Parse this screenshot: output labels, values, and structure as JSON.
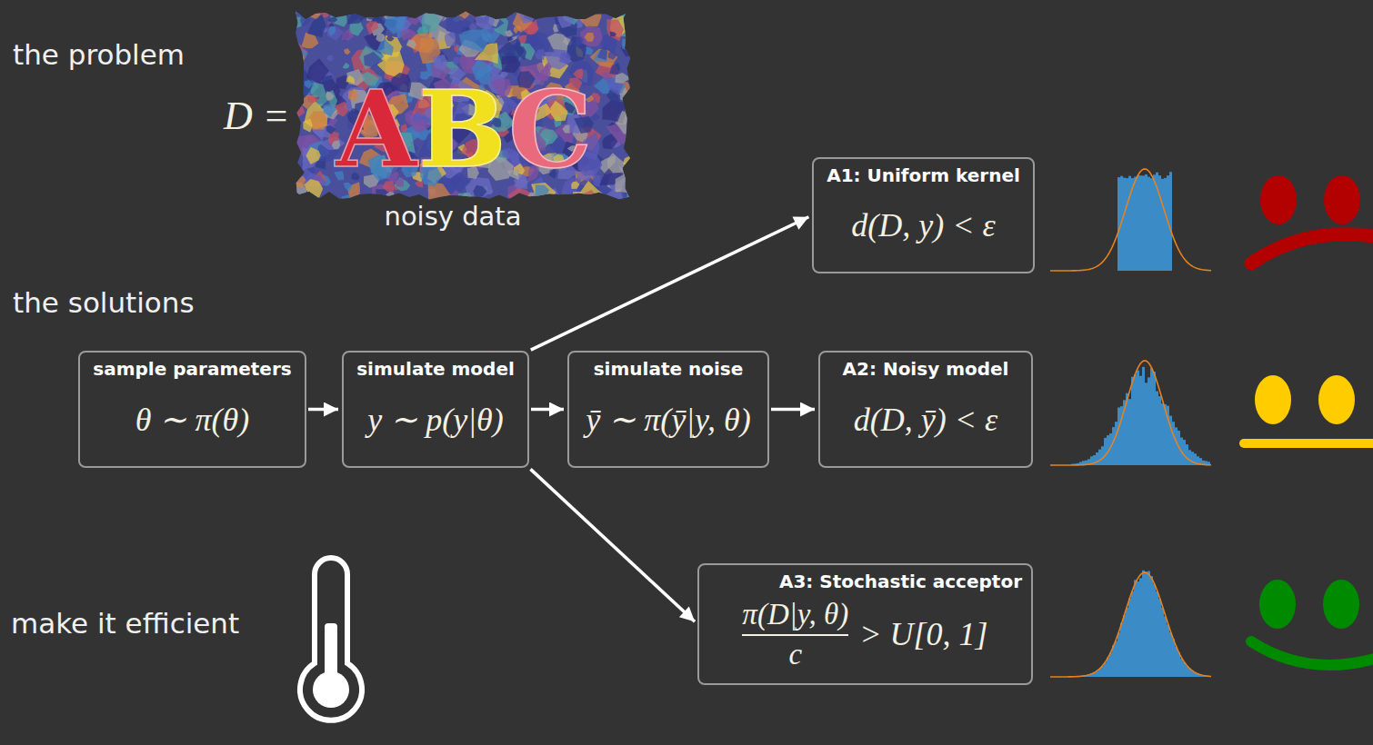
{
  "diagram": {
    "nodes": [
      {
        "text": [
          "A1: Uniform kernel",
          "d(D, y) < ε"
        ]
      },
      {
        "text": [
          "sample parameters",
          "θ ∼ π(θ)"
        ]
      },
      {
        "text": [
          "simulate model",
          "y ∼ p(y|θ)"
        ]
      },
      {
        "text": [
          "simulate noise",
          "ȳ ∼ π(ȳ|y, θ)"
        ]
      },
      {
        "text": [
          "A2: Noisy model",
          "d(D, ȳ) < ε"
        ]
      },
      {
        "text": [
          "A3: Stochastic acceptor",
          "π(D|y, θ)",
          "c",
          "> U[0, 1]"
        ]
      }
    ],
    "edges": [
      {
        "from": 1,
        "to": 2,
        "arrow": "to"
      },
      {
        "from": 2,
        "to": 0,
        "arrow": "to"
      },
      {
        "from": 2,
        "to": 3,
        "arrow": "to"
      },
      {
        "from": 3,
        "to": 4,
        "arrow": "to"
      },
      {
        "from": 2,
        "to": 5,
        "arrow": "to"
      }
    ],
    "labels": [
      "the problem",
      "D =",
      "ABC",
      "noisy data",
      "the solutions",
      "make it efficient"
    ]
  }
}
